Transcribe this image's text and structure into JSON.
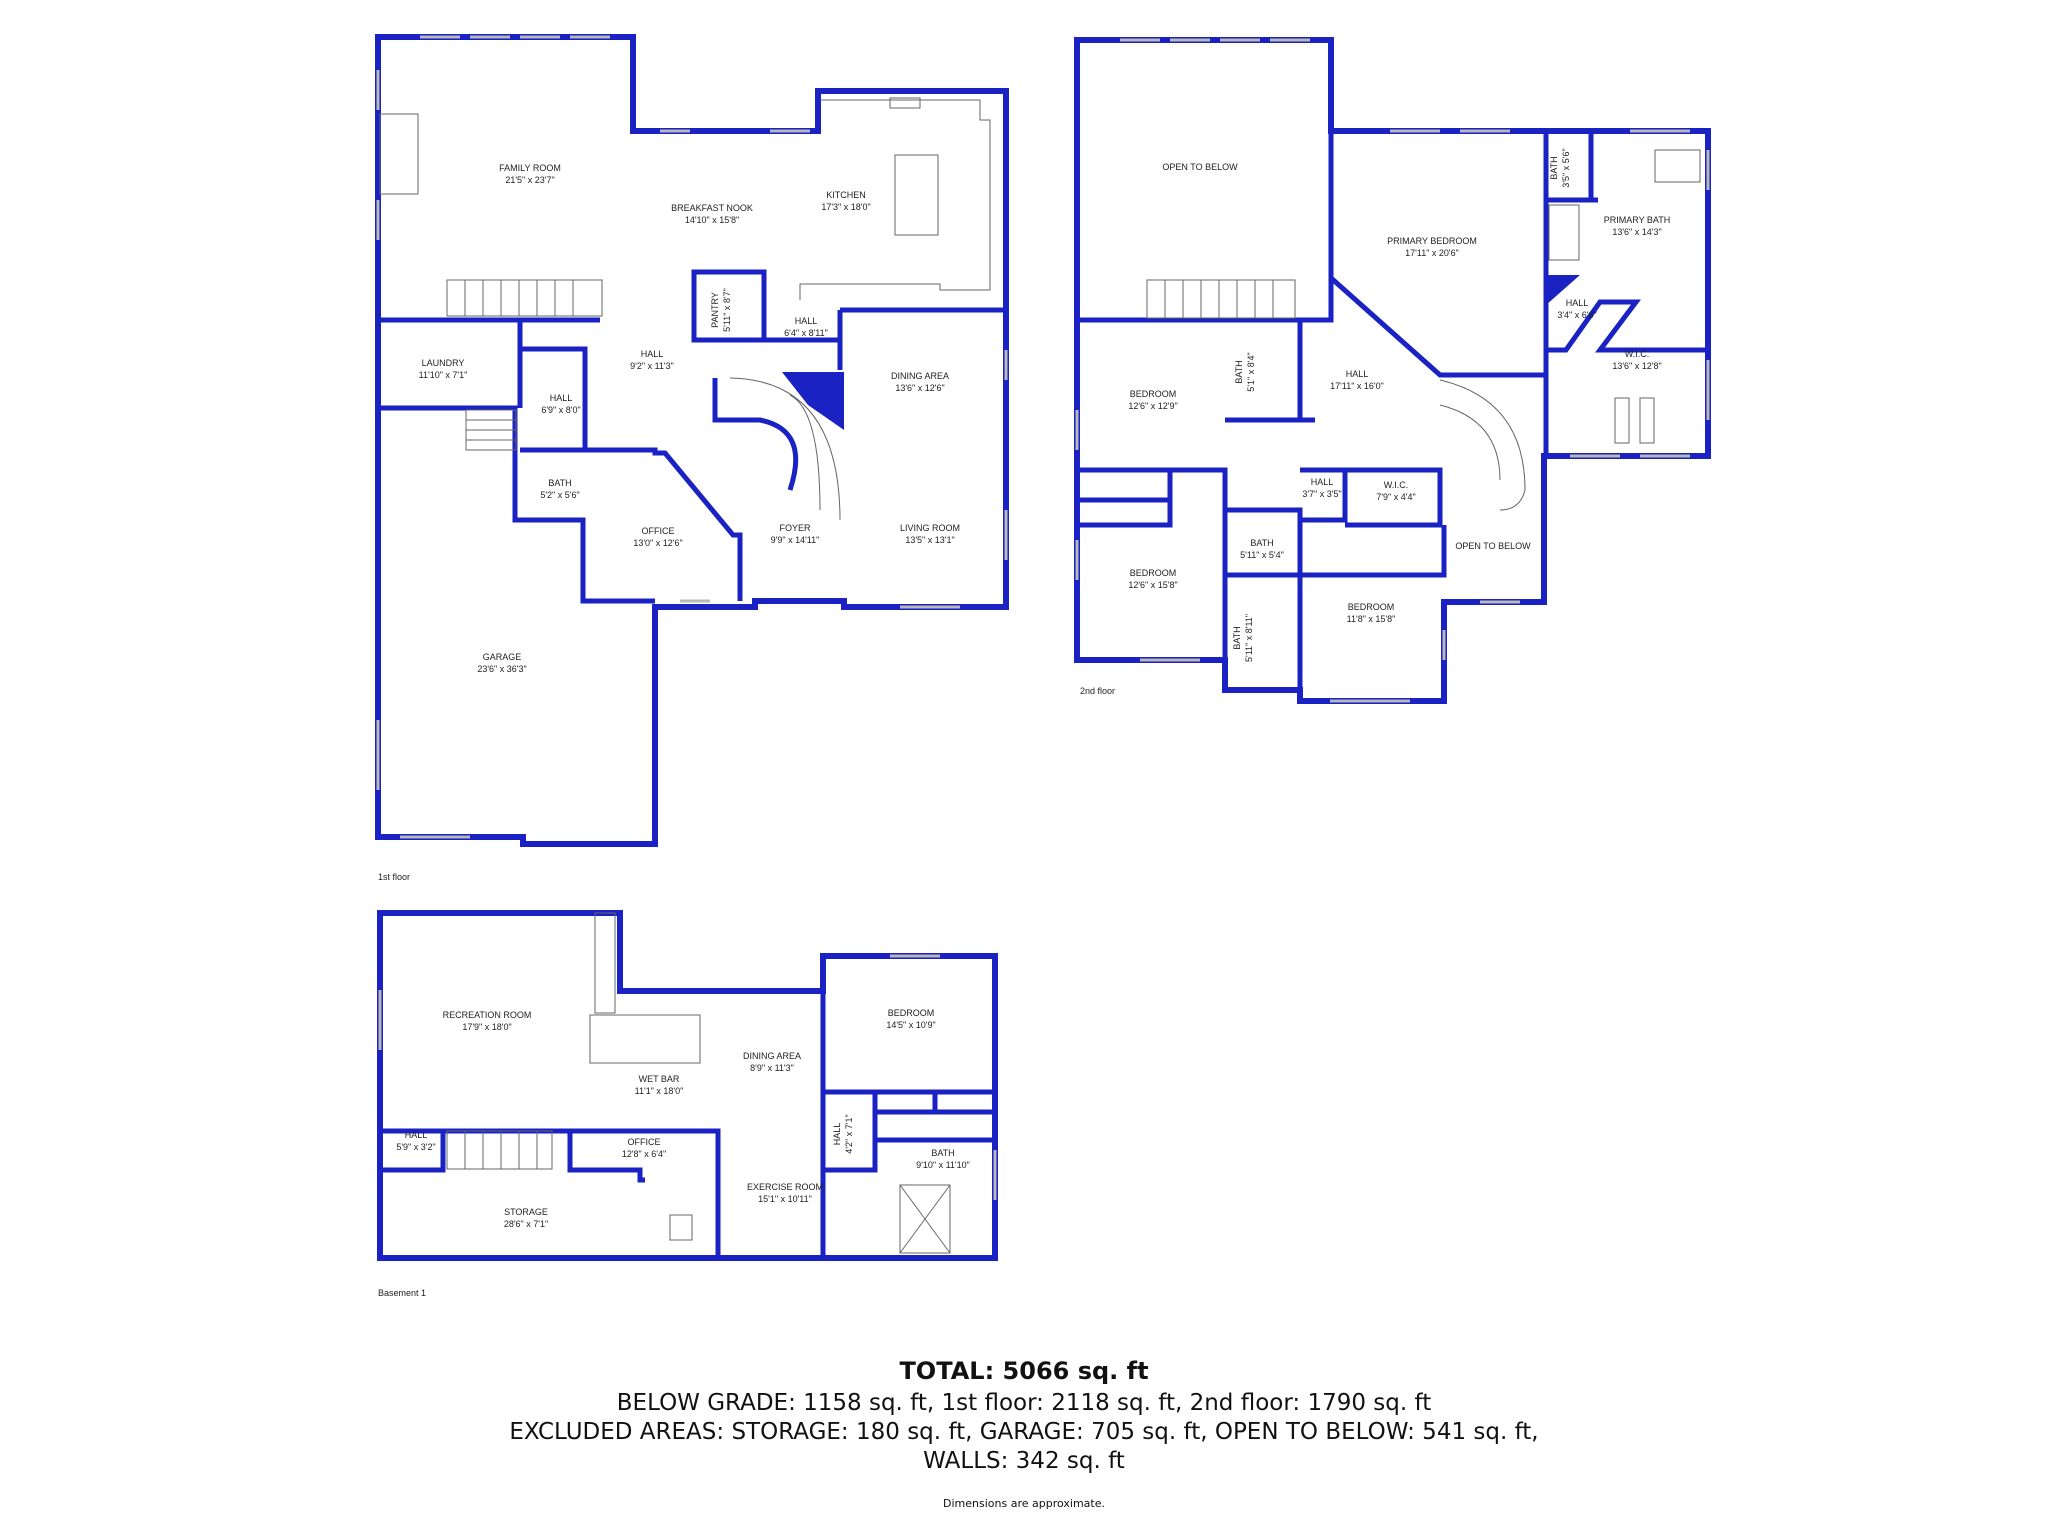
{
  "colors": {
    "wall": "#1a22c4",
    "background": "#ffffff"
  },
  "floors": {
    "first": {
      "label": "1st floor",
      "rooms": [
        {
          "name": "FAMILY ROOM",
          "dims": "21'5\" x 23'7\""
        },
        {
          "name": "BREAKFAST NOOK",
          "dims": "14'10\" x 15'8\""
        },
        {
          "name": "KITCHEN",
          "dims": "17'3\" x 18'0\""
        },
        {
          "name": "PANTRY",
          "dims": "5'11\" x 8'7\""
        },
        {
          "name": "HALL",
          "dims": "6'4\" x 8'11\""
        },
        {
          "name": "LAUNDRY",
          "dims": "11'10\" x 7'1\""
        },
        {
          "name": "HALL",
          "dims": "9'2\" x 11'3\""
        },
        {
          "name": "DINING AREA",
          "dims": "13'6\" x 12'6\""
        },
        {
          "name": "HALL",
          "dims": "6'9\" x 8'0\""
        },
        {
          "name": "BATH",
          "dims": "5'2\" x 5'6\""
        },
        {
          "name": "OFFICE",
          "dims": "13'0\" x 12'6\""
        },
        {
          "name": "FOYER",
          "dims": "9'9\" x 14'11\""
        },
        {
          "name": "LIVING ROOM",
          "dims": "13'5\" x 13'1\""
        },
        {
          "name": "GARAGE",
          "dims": "23'6\" x 36'3\""
        }
      ]
    },
    "second": {
      "label": "2nd floor",
      "rooms": [
        {
          "name": "OPEN TO BELOW",
          "dims": ""
        },
        {
          "name": "PRIMARY BEDROOM",
          "dims": "17'11\" x 20'6\""
        },
        {
          "name": "BATH",
          "dims": "3'5\" x 5'6\""
        },
        {
          "name": "PRIMARY BATH",
          "dims": "13'6\" x 14'3\""
        },
        {
          "name": "HALL",
          "dims": "3'4\" x 6'6\""
        },
        {
          "name": "W.I.C.",
          "dims": "13'6\" x 12'8\""
        },
        {
          "name": "BEDROOM",
          "dims": "12'6\" x 12'9\""
        },
        {
          "name": "BATH",
          "dims": "5'1\" x 8'4\""
        },
        {
          "name": "HALL",
          "dims": "17'11\" x 16'0\""
        },
        {
          "name": "HALL",
          "dims": "3'7\" x 3'5\""
        },
        {
          "name": "W.I.C.",
          "dims": "7'9\" x 4'4\""
        },
        {
          "name": "OPEN TO BELOW",
          "dims": ""
        },
        {
          "name": "BATH",
          "dims": "5'11\" x 5'4\""
        },
        {
          "name": "BEDROOM",
          "dims": "12'6\" x 15'8\""
        },
        {
          "name": "BATH",
          "dims": "5'11\" x 8'11\""
        },
        {
          "name": "BEDROOM",
          "dims": "11'8\" x 15'8\""
        }
      ]
    },
    "basement": {
      "label": "Basement 1",
      "rooms": [
        {
          "name": "RECREATION ROOM",
          "dims": "17'9\" x 18'0\""
        },
        {
          "name": "WET BAR",
          "dims": "11'1\" x 18'0\""
        },
        {
          "name": "DINING AREA",
          "dims": "8'9\" x 11'3\""
        },
        {
          "name": "BEDROOM",
          "dims": "14'5\" x 10'9\""
        },
        {
          "name": "HALL",
          "dims": "5'9\" x 3'2\""
        },
        {
          "name": "OFFICE",
          "dims": "12'8\" x 6'4\""
        },
        {
          "name": "HALL",
          "dims": "4'2\" x 7'1\""
        },
        {
          "name": "BATH",
          "dims": "9'10\" x 11'10\""
        },
        {
          "name": "EXERCISE ROOM",
          "dims": "15'1\" x 10'11\""
        },
        {
          "name": "STORAGE",
          "dims": "28'6\" x 7'1\""
        }
      ]
    }
  },
  "summary": {
    "total": "TOTAL: 5066 sq. ft",
    "line1": "BELOW GRADE: 1158 sq. ft, 1st floor: 2118 sq. ft, 2nd floor: 1790 sq. ft",
    "line2": "EXCLUDED AREAS: STORAGE: 180 sq. ft, GARAGE: 705 sq. ft, OPEN TO BELOW: 541 sq. ft,",
    "line3": "WALLS: 342 sq. ft",
    "note": "Dimensions are approximate."
  }
}
